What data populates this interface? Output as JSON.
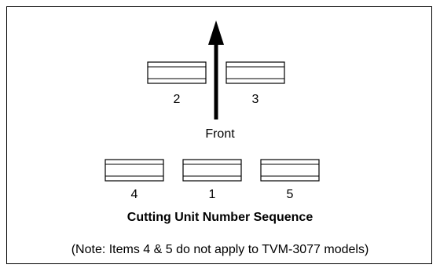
{
  "diagram": {
    "front_label": "Front",
    "title": "Cutting Unit Number Sequence",
    "note": "(Note: Items 4 & 5 do not apply to TVM-3077 models)",
    "units": [
      {
        "number": "2",
        "row": "front"
      },
      {
        "number": "3",
        "row": "front"
      },
      {
        "number": "4",
        "row": "rear"
      },
      {
        "number": "1",
        "row": "rear"
      },
      {
        "number": "5",
        "row": "rear"
      }
    ]
  }
}
